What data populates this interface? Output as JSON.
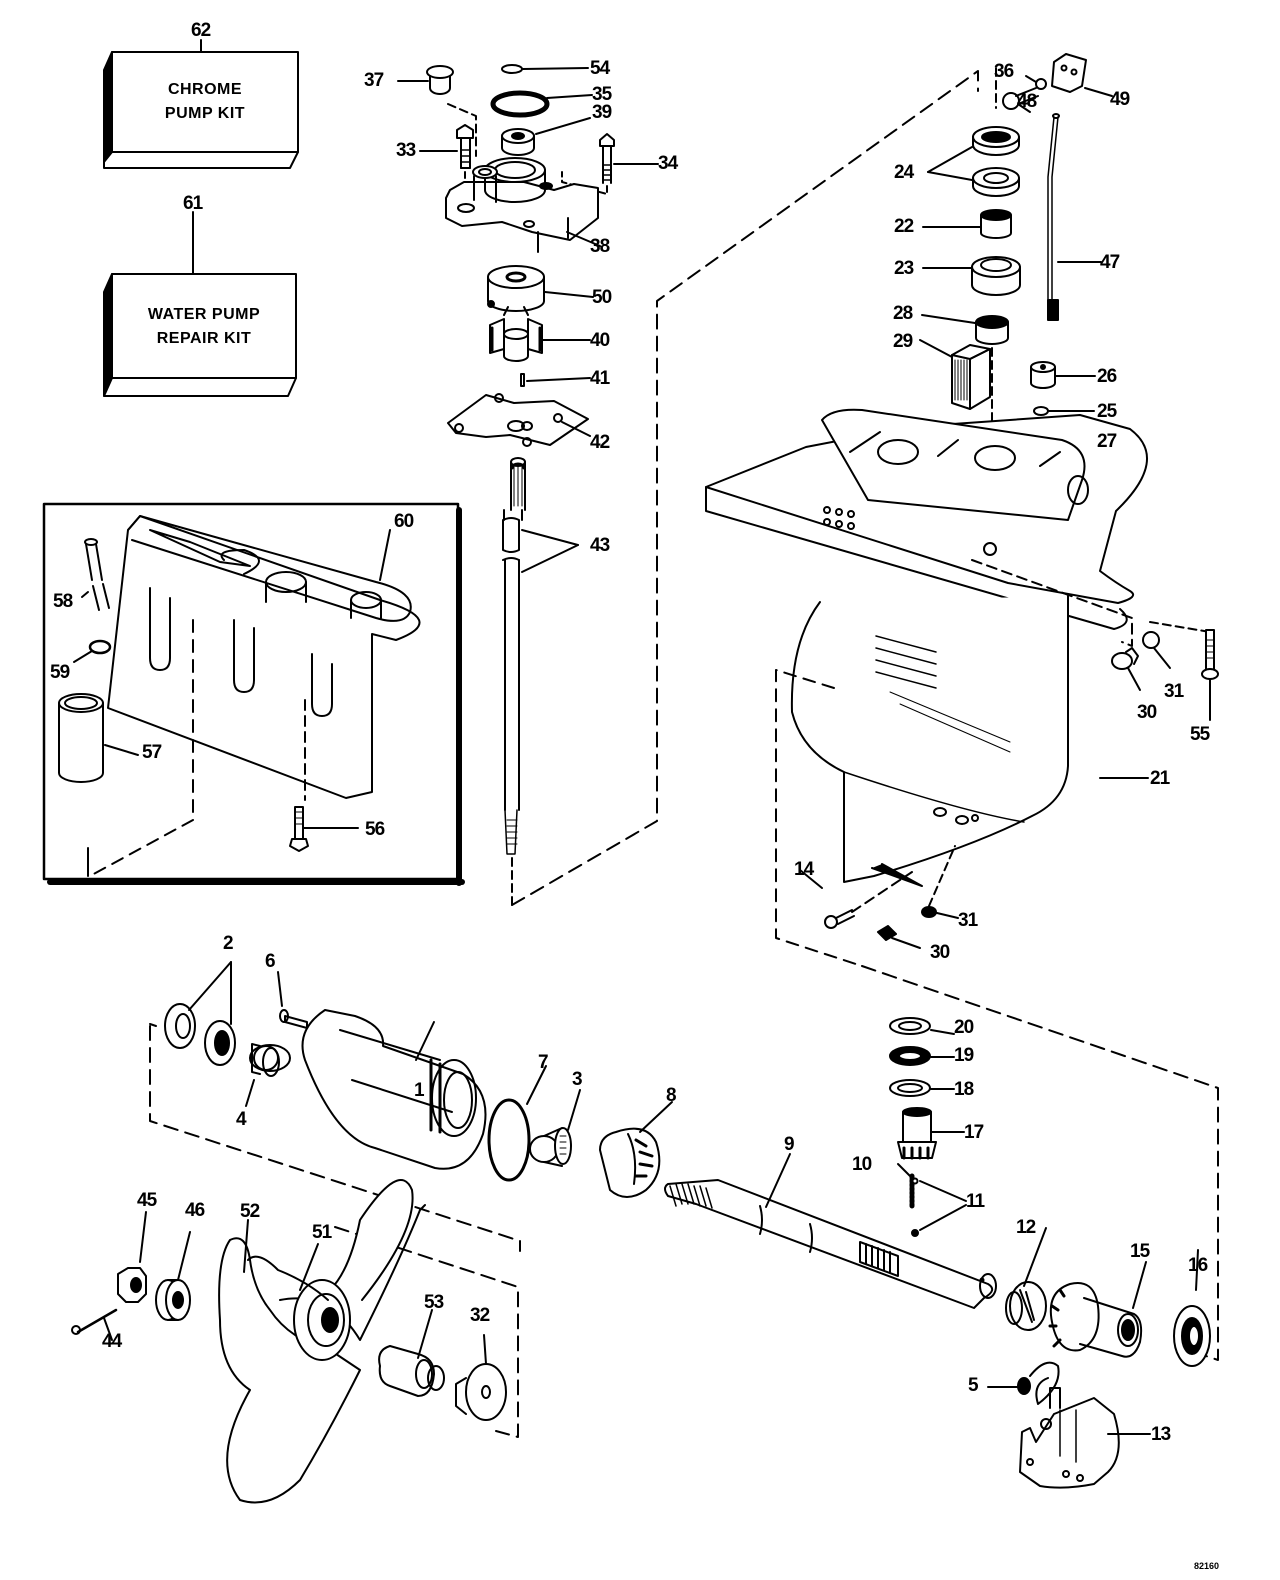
{
  "diagram": {
    "title": "Gearcase exploded parts diagram",
    "figure_number": "82160",
    "kits": [
      {
        "number": "62",
        "text_line1": "CHROME",
        "text_line2": "PUMP KIT"
      },
      {
        "number": "61",
        "text_line1": "WATER PUMP",
        "text_line2": "REPAIR KIT"
      }
    ],
    "inset": {
      "label": "60",
      "parts": [
        "56",
        "57",
        "58",
        "59",
        "60"
      ]
    },
    "callouts": [
      {
        "id": "c1",
        "text": "1"
      },
      {
        "id": "c2",
        "text": "2"
      },
      {
        "id": "c3",
        "text": "3"
      },
      {
        "id": "c4",
        "text": "4"
      },
      {
        "id": "c5",
        "text": "5"
      },
      {
        "id": "c6",
        "text": "6"
      },
      {
        "id": "c7",
        "text": "7"
      },
      {
        "id": "c8",
        "text": "8"
      },
      {
        "id": "c9",
        "text": "9"
      },
      {
        "id": "c10",
        "text": "10"
      },
      {
        "id": "c11",
        "text": "11"
      },
      {
        "id": "c12",
        "text": "12"
      },
      {
        "id": "c13",
        "text": "13"
      },
      {
        "id": "c14",
        "text": "14"
      },
      {
        "id": "c15",
        "text": "15"
      },
      {
        "id": "c16",
        "text": "16"
      },
      {
        "id": "c17",
        "text": "17"
      },
      {
        "id": "c18",
        "text": "18"
      },
      {
        "id": "c19",
        "text": "19"
      },
      {
        "id": "c20",
        "text": "20"
      },
      {
        "id": "c21",
        "text": "21"
      },
      {
        "id": "c22",
        "text": "22"
      },
      {
        "id": "c23",
        "text": "23"
      },
      {
        "id": "c24",
        "text": "24"
      },
      {
        "id": "c25",
        "text": "25"
      },
      {
        "id": "c26",
        "text": "26"
      },
      {
        "id": "c27",
        "text": "27"
      },
      {
        "id": "c28",
        "text": "28"
      },
      {
        "id": "c29",
        "text": "29"
      },
      {
        "id": "c30a",
        "text": "30"
      },
      {
        "id": "c30b",
        "text": "30"
      },
      {
        "id": "c31a",
        "text": "31"
      },
      {
        "id": "c31b",
        "text": "31"
      },
      {
        "id": "c32",
        "text": "32"
      },
      {
        "id": "c33",
        "text": "33"
      },
      {
        "id": "c34",
        "text": "34"
      },
      {
        "id": "c35",
        "text": "35"
      },
      {
        "id": "c36",
        "text": "36"
      },
      {
        "id": "c37",
        "text": "37"
      },
      {
        "id": "c38",
        "text": "38"
      },
      {
        "id": "c39",
        "text": "39"
      },
      {
        "id": "c40",
        "text": "40"
      },
      {
        "id": "c41",
        "text": "41"
      },
      {
        "id": "c42",
        "text": "42"
      },
      {
        "id": "c43",
        "text": "43"
      },
      {
        "id": "c44",
        "text": "44"
      },
      {
        "id": "c45",
        "text": "45"
      },
      {
        "id": "c46",
        "text": "46"
      },
      {
        "id": "c47",
        "text": "47"
      },
      {
        "id": "c48",
        "text": "48"
      },
      {
        "id": "c49",
        "text": "49"
      },
      {
        "id": "c50",
        "text": "50"
      },
      {
        "id": "c51",
        "text": "51"
      },
      {
        "id": "c52",
        "text": "52"
      },
      {
        "id": "c53",
        "text": "53"
      },
      {
        "id": "c54",
        "text": "54"
      },
      {
        "id": "c55",
        "text": "55"
      },
      {
        "id": "c56",
        "text": "56"
      },
      {
        "id": "c57",
        "text": "57"
      },
      {
        "id": "c58",
        "text": "58"
      },
      {
        "id": "c59",
        "text": "59"
      },
      {
        "id": "c60",
        "text": "60"
      }
    ]
  }
}
